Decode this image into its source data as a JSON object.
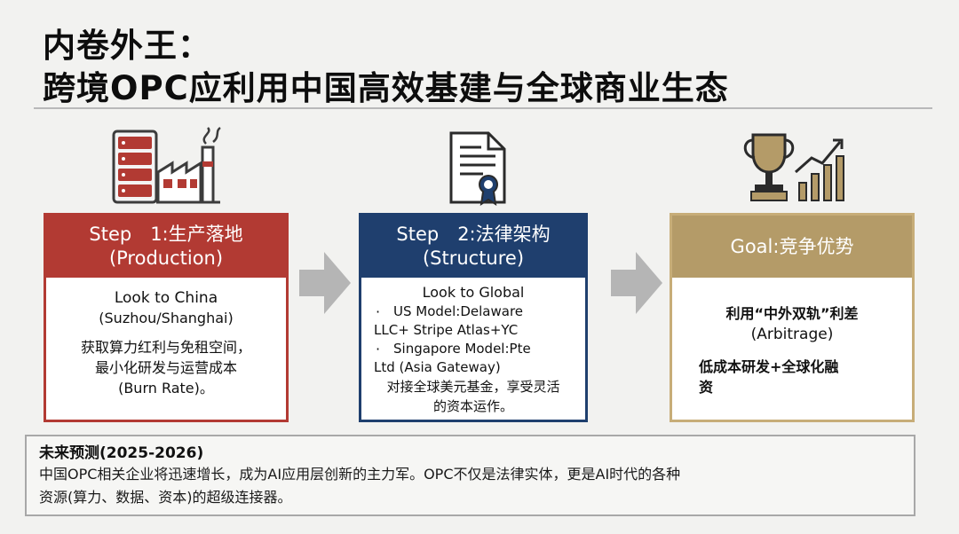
{
  "title": {
    "line1": "内卷外王：",
    "line2": "跨境OPC应利用中国高效基建与全球商业生态"
  },
  "colors": {
    "step1": "#b23a33",
    "step2": "#1f3f6e",
    "goal": "#b49b68",
    "arrow": "#b5b5b5"
  },
  "icons": {
    "step1": "factory-server-icon",
    "step2": "certificate-document-icon",
    "goal": "trophy-growth-icon"
  },
  "step1": {
    "heading": "Step　1:生产落地",
    "subheading": "(Production)",
    "look": "Look to China",
    "cities": "(Suzhou/Shanghai)",
    "desc1": "获取算力红利与免租空间，",
    "desc2": "最小化研发与运营成本",
    "desc3": "(Burn Rate)。"
  },
  "step2": {
    "heading": "Step　2:法律架构",
    "subheading": "(Structure)",
    "look": "Look to Global",
    "bullet1_line1": "US Model:Delaware",
    "bullet1_line2": "LLC+ Stripe Atlas+YC",
    "bullet2_line1": "Singapore Model:Pte",
    "bullet2_line2": "Ltd (Asia Gateway)",
    "desc1": "对接全球美元基金，享受灵活",
    "desc2": "的资本运作。",
    "bullet": "·"
  },
  "goal": {
    "heading": "Goal:竞争优势",
    "line1": "利用“中外双轨”利差",
    "line2": "(Arbitrage)",
    "line3": "低成本研发+全球化融",
    "line4": "资"
  },
  "forecast": {
    "title": "未来预测(2025-2026)",
    "line1": "中国OPC相关企业将迅速增长，成为AI应用层创新的主力军。OPC不仅是法律实体，更是AI时代的各种",
    "line2": "资源(算力、数据、资本)的超级连接器。"
  }
}
